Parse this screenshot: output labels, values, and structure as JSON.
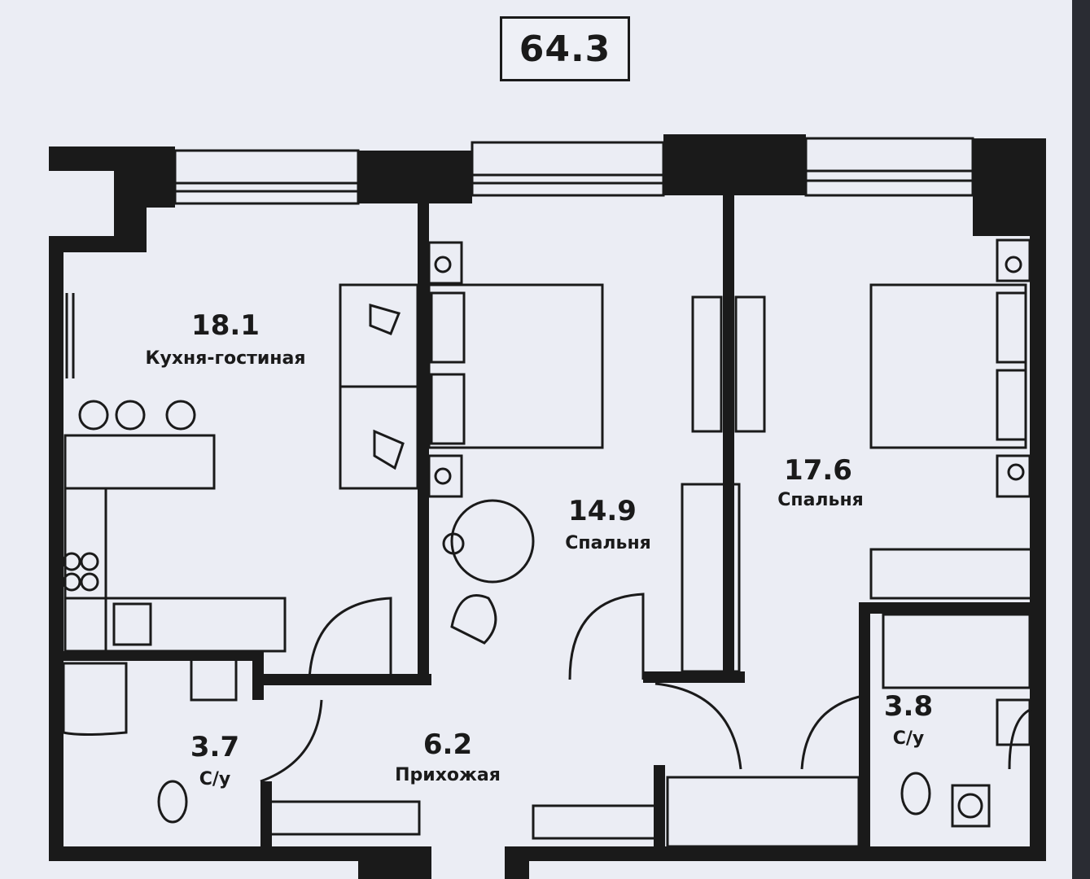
{
  "plan": {
    "total_area": "64.3",
    "rooms": [
      {
        "area": "18.1",
        "name": "Кухня-гостиная"
      },
      {
        "area": "14.9",
        "name": "Спальня"
      },
      {
        "area": "17.6",
        "name": "Спальня"
      },
      {
        "area": "3.7",
        "name": "С/у"
      },
      {
        "area": "6.2",
        "name": "Прихожая"
      },
      {
        "area": "3.8",
        "name": "С/у"
      }
    ]
  },
  "colors": {
    "wall": "#1a1a1a",
    "paper": "#ebedf4",
    "line": "#222222"
  }
}
